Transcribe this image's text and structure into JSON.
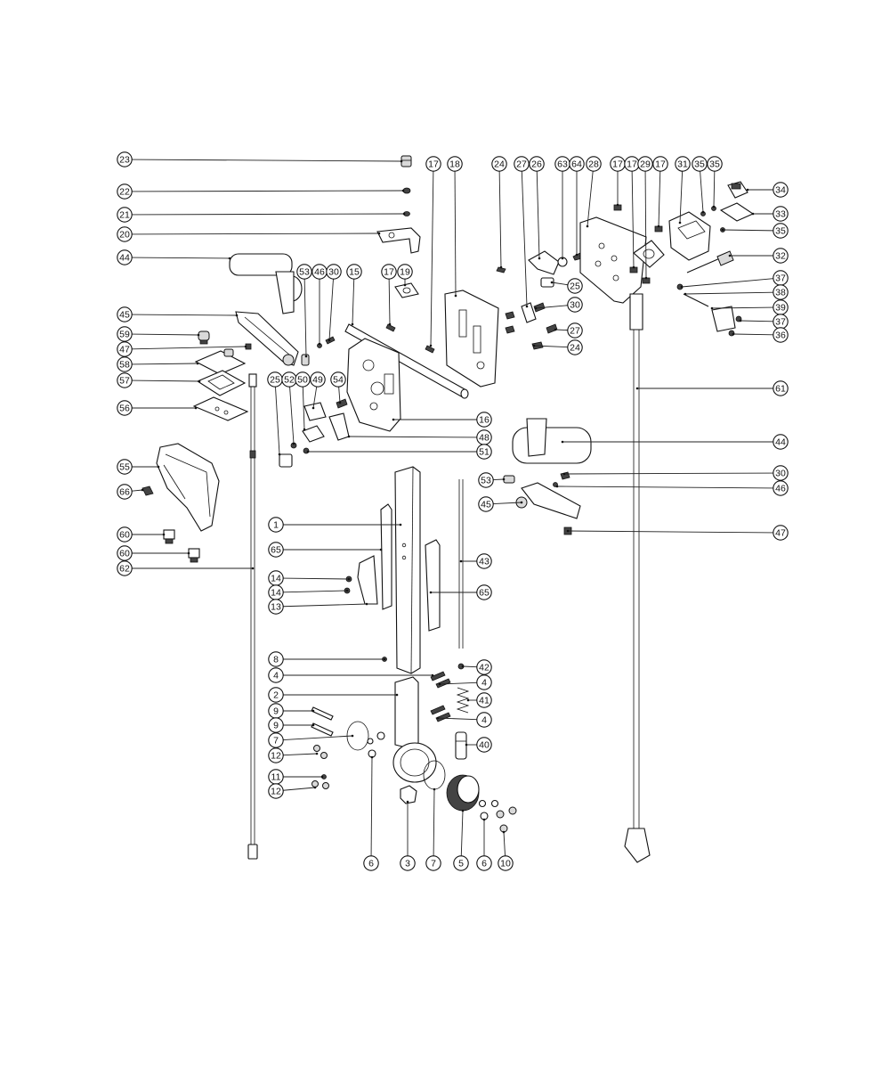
{
  "callouts": [
    {
      "label": "23"
    },
    {
      "label": "22"
    },
    {
      "label": "21"
    },
    {
      "label": "20"
    },
    {
      "label": "44"
    },
    {
      "label": "45"
    },
    {
      "label": "59"
    },
    {
      "label": "47"
    },
    {
      "label": "58"
    },
    {
      "label": "57"
    },
    {
      "label": "56"
    },
    {
      "label": "55"
    },
    {
      "label": "66"
    },
    {
      "label": "60"
    },
    {
      "label": "60"
    },
    {
      "label": "62"
    },
    {
      "label": "53"
    },
    {
      "label": "46"
    },
    {
      "label": "30"
    },
    {
      "label": "15"
    },
    {
      "label": "17"
    },
    {
      "label": "19"
    },
    {
      "label": "17"
    },
    {
      "label": "18"
    },
    {
      "label": "24"
    },
    {
      "label": "27"
    },
    {
      "label": "26"
    },
    {
      "label": "63"
    },
    {
      "label": "64"
    },
    {
      "label": "28"
    },
    {
      "label": "17"
    },
    {
      "label": "17"
    },
    {
      "label": "29"
    },
    {
      "label": "17"
    },
    {
      "label": "31"
    },
    {
      "label": "35"
    },
    {
      "label": "35"
    },
    {
      "label": "34"
    },
    {
      "label": "33"
    },
    {
      "label": "35"
    },
    {
      "label": "32"
    },
    {
      "label": "25"
    },
    {
      "label": "30"
    },
    {
      "label": "27"
    },
    {
      "label": "24"
    },
    {
      "label": "37"
    },
    {
      "label": "38"
    },
    {
      "label": "39"
    },
    {
      "label": "37"
    },
    {
      "label": "36"
    },
    {
      "label": "61"
    },
    {
      "label": "25"
    },
    {
      "label": "52"
    },
    {
      "label": "50"
    },
    {
      "label": "49"
    },
    {
      "label": "54"
    },
    {
      "label": "16"
    },
    {
      "label": "48"
    },
    {
      "label": "51"
    },
    {
      "label": "44"
    },
    {
      "label": "30"
    },
    {
      "label": "46"
    },
    {
      "label": "53"
    },
    {
      "label": "45"
    },
    {
      "label": "47"
    },
    {
      "label": "1"
    },
    {
      "label": "65"
    },
    {
      "label": "43"
    },
    {
      "label": "65"
    },
    {
      "label": "14"
    },
    {
      "label": "14"
    },
    {
      "label": "13"
    },
    {
      "label": "8"
    },
    {
      "label": "42"
    },
    {
      "label": "4"
    },
    {
      "label": "4"
    },
    {
      "label": "2"
    },
    {
      "label": "41"
    },
    {
      "label": "9"
    },
    {
      "label": "4"
    },
    {
      "label": "9"
    },
    {
      "label": "7"
    },
    {
      "label": "40"
    },
    {
      "label": "12"
    },
    {
      "label": "11"
    },
    {
      "label": "12"
    },
    {
      "label": "6"
    },
    {
      "label": "3"
    },
    {
      "label": "7"
    },
    {
      "label": "5"
    },
    {
      "label": "6"
    },
    {
      "label": "10"
    }
  ]
}
